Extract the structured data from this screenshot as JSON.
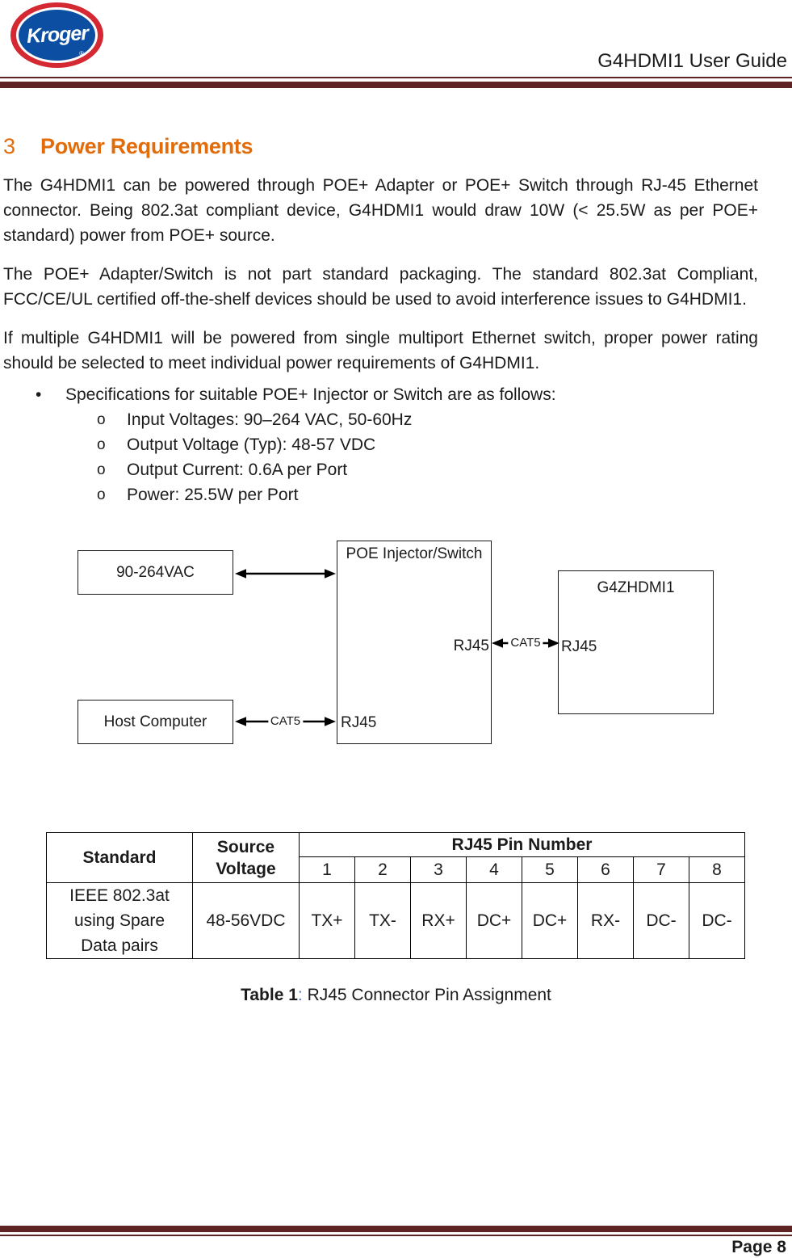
{
  "header": {
    "logo_text": "Kroger",
    "logo_registered": "®",
    "title": "G4HDMI1 User Guide"
  },
  "section": {
    "number": "3",
    "title": "Power Requirements"
  },
  "paragraphs": {
    "p1": "The G4HDMI1 can be powered through POE+ Adapter or POE+ Switch through RJ-45 Ethernet connector. Being 802.3at compliant device, G4HDMI1 would draw 10W (< 25.5W as per POE+ standard) power from POE+ source.",
    "p2": "The POE+ Adapter/Switch is not part standard packaging. The standard 802.3at Compliant, FCC/CE/UL certified off-the-shelf devices should be used to avoid interference issues to G4HDMI1.",
    "p3": "If multiple G4HDMI1 will be powered from single multiport Ethernet switch, proper power rating should be selected to meet individual power requirements of G4HDMI1."
  },
  "list": {
    "bullet": "•",
    "item": "Specifications for suitable POE+ Injector or Switch are as follows:",
    "sub_bullet": "o",
    "sub_items": [
      "Input Voltages: 90–264 VAC, 50-60Hz",
      "Output Voltage (Typ): 48-57 VDC",
      "Output Current: 0.6A per Port",
      "Power: 25.5W per Port"
    ]
  },
  "diagram": {
    "ac_box": "90-264VAC",
    "poe_box": "POE Injector/Switch",
    "device_box": "G4ZHDMI1",
    "host_box": "Host Computer",
    "rj45_poe_right": "RJ45",
    "rj45_poe_bottom": "RJ45",
    "rj45_device": "RJ45",
    "cat5_mid": "CAT5",
    "cat5_bottom": "CAT5"
  },
  "table": {
    "col_standard": "Standard",
    "col_source": "Source Voltage",
    "col_pins_group": "RJ45 Pin Number",
    "pin_numbers": [
      "1",
      "2",
      "3",
      "4",
      "5",
      "6",
      "7",
      "8"
    ],
    "row_standard": "IEEE 802.3at using Spare Data pairs",
    "row_source": "48-56VDC",
    "row_values": [
      "TX+",
      "TX-",
      "RX+",
      "DC+",
      "DC+",
      "RX-",
      "DC-",
      "DC-"
    ]
  },
  "caption": {
    "label": "Table 1",
    "colon": ":",
    "text": " RJ45 Connector Pin Assignment"
  },
  "footer": {
    "page": "Page 8"
  },
  "colors": {
    "accent_orange": "#E36C0A",
    "rule_maroon": "#5E2423",
    "caption_colon_blue": "#4472C4",
    "logo_red": "#D42832",
    "logo_blue": "#0B4EA2"
  }
}
